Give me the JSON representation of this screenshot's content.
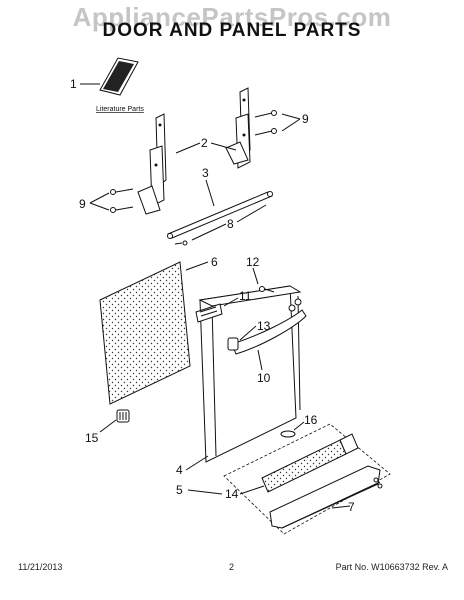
{
  "watermark": "AppliancePartsPros.com",
  "title": "DOOR AND PANEL PARTS",
  "literature_label": "Literature Parts",
  "callouts": {
    "c1": "1",
    "c2": "2",
    "c3": "3",
    "c4": "4",
    "c5": "5",
    "c6": "6",
    "c7": "7",
    "c8": "8",
    "c9a": "9",
    "c9b": "9",
    "c10": "10",
    "c11": "11",
    "c12": "12",
    "c13": "13",
    "c14": "14",
    "c15": "15",
    "c16": "16"
  },
  "footer": {
    "date": "11/21/2013",
    "page": "2",
    "part_rev": "Part No. W10663732  Rev. A"
  }
}
